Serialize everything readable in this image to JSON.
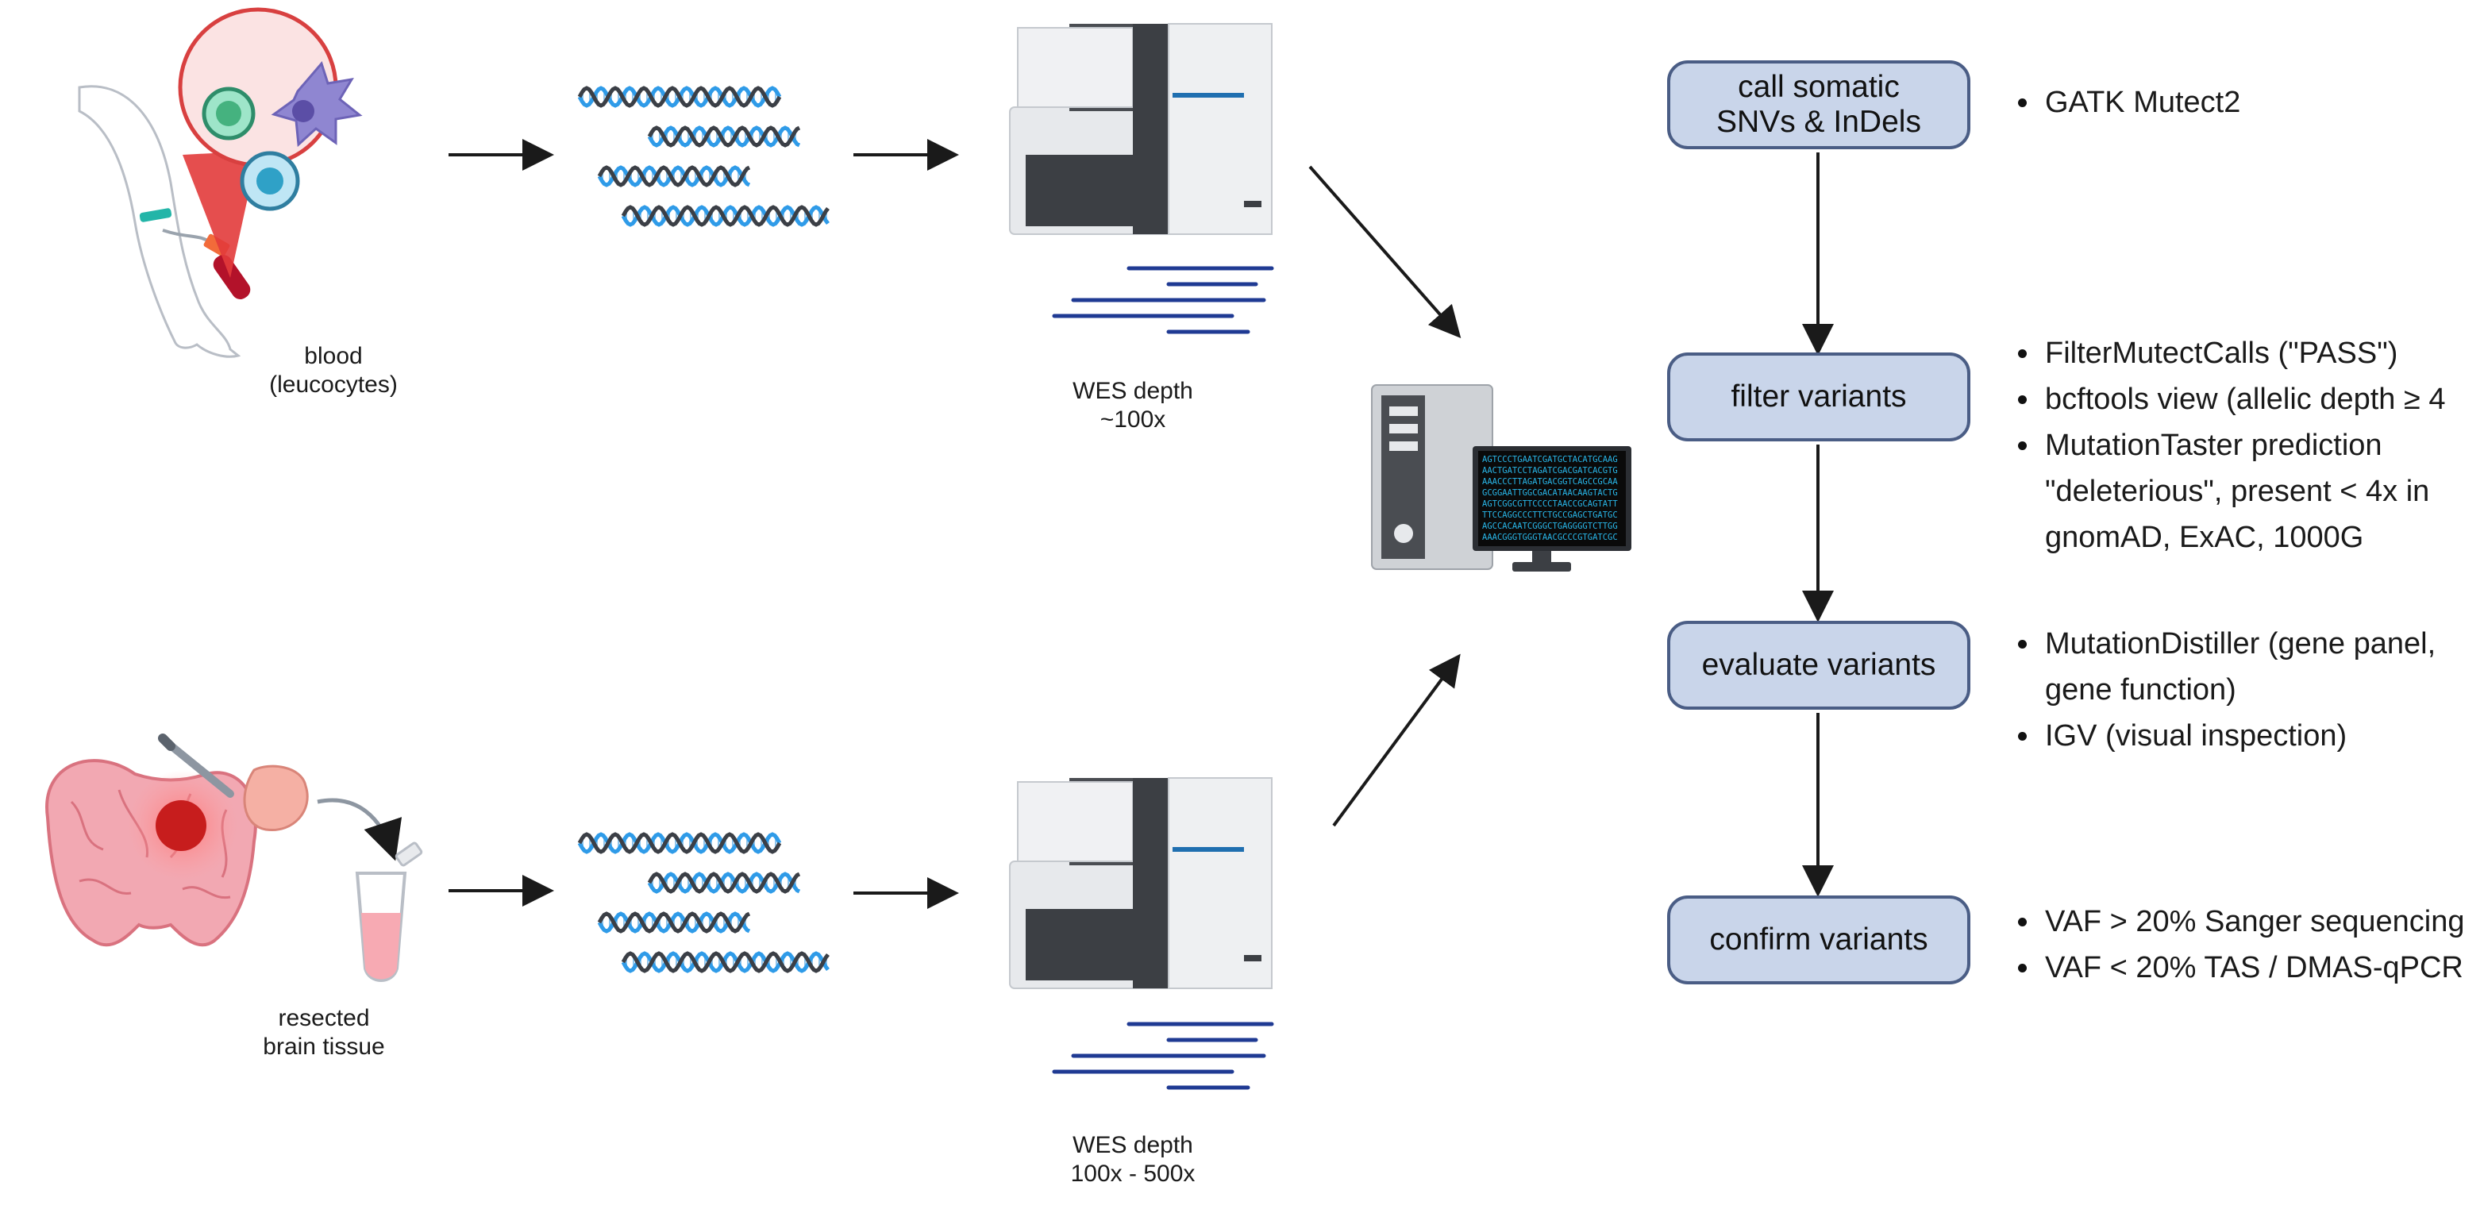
{
  "samples": {
    "blood": {
      "line1": "blood",
      "line2": "(leucocytes)"
    },
    "tissue": {
      "line1": "resected",
      "line2": "brain tissue"
    }
  },
  "sequencing": {
    "blood_depth": {
      "line1": "WES depth",
      "line2": "~100x"
    },
    "tissue_depth": {
      "line1": "WES depth",
      "line2": "100x - 500x"
    }
  },
  "pipeline": [
    {
      "line1": "call somatic",
      "line2": "SNVs & InDels",
      "notes": [
        [
          "GATK Mutect2"
        ]
      ]
    },
    {
      "line1": "filter variants",
      "line2": "",
      "notes": [
        [
          "FilterMutectCalls (\"PASS\")"
        ],
        [
          "bcftools view (allelic depth ≥ 4"
        ],
        [
          "MutationTaster prediction",
          "\"deleterious\", present < 4x in",
          "gnomAD, ExAC, 1000G"
        ]
      ]
    },
    {
      "line1": "evaluate variants",
      "line2": "",
      "notes": [
        [
          "MutationDistiller (gene panel,",
          "gene function)"
        ],
        [
          "IGV (visual inspection)"
        ]
      ]
    },
    {
      "line1": "confirm variants",
      "line2": "",
      "notes": [
        [
          "VAF > 20% Sanger sequencing"
        ],
        [
          "VAF < 20% TAS / DMAS-qPCR"
        ]
      ]
    }
  ],
  "computer_screen": {
    "lines": [
      "AGTCCCTGAATCGATGCTACATGCAAG",
      "AACTGATCCTAGATCGACGATCACGTG",
      "AAACCCTTAGATGACGGTCAGCCGCAA",
      "GCGGAATTGGCGACATAACAAGTACTG",
      "AGTCGGCGTTCCCCTAACCGCAGTATT",
      "TTCCAGGCCCTTCTGCCGAGCTGATGC",
      "AGCCACAATCGGGCTGAGGGGTCTTGG",
      "AAACGGGTGGGTAACGCCCGTGATCGC"
    ]
  },
  "colors": {
    "box_fill": "#c9d5ea",
    "box_border": "#4a5d85",
    "dna_blue": "#2f9be8",
    "dna_dark": "#3b3f46",
    "read_line": "#1f3a93",
    "tissue_red": "#c71d1d"
  }
}
